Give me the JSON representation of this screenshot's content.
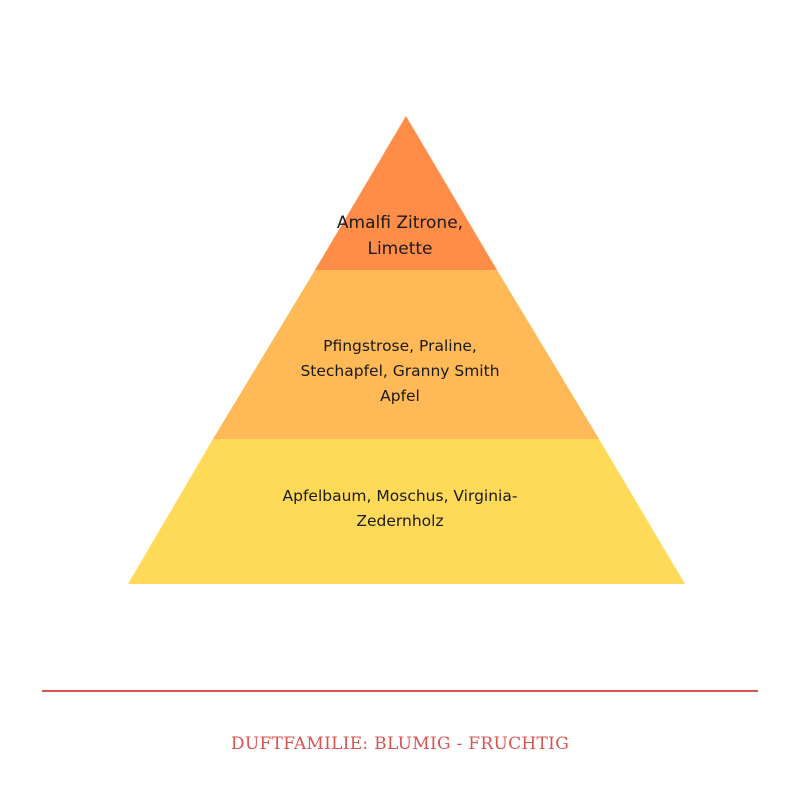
{
  "pyramid": {
    "top": {
      "lines": [
        "Amalfi Zitrone,",
        "Limette"
      ],
      "color": "#FF8C47"
    },
    "middle": {
      "lines": [
        "Pfingstrose, Praline,",
        "Stechapfel, Granny Smith",
        "Apfel"
      ],
      "color": "#FFB957"
    },
    "base": {
      "lines": [
        "Apfelbaum, Moschus, Virginia-",
        "Zedernholz"
      ],
      "color": "#FFDA58"
    }
  },
  "footer": {
    "family_label": "DUFTFAMILIE: BLUMIG - FRUCHTIG",
    "accent_color": "#D9534F"
  }
}
